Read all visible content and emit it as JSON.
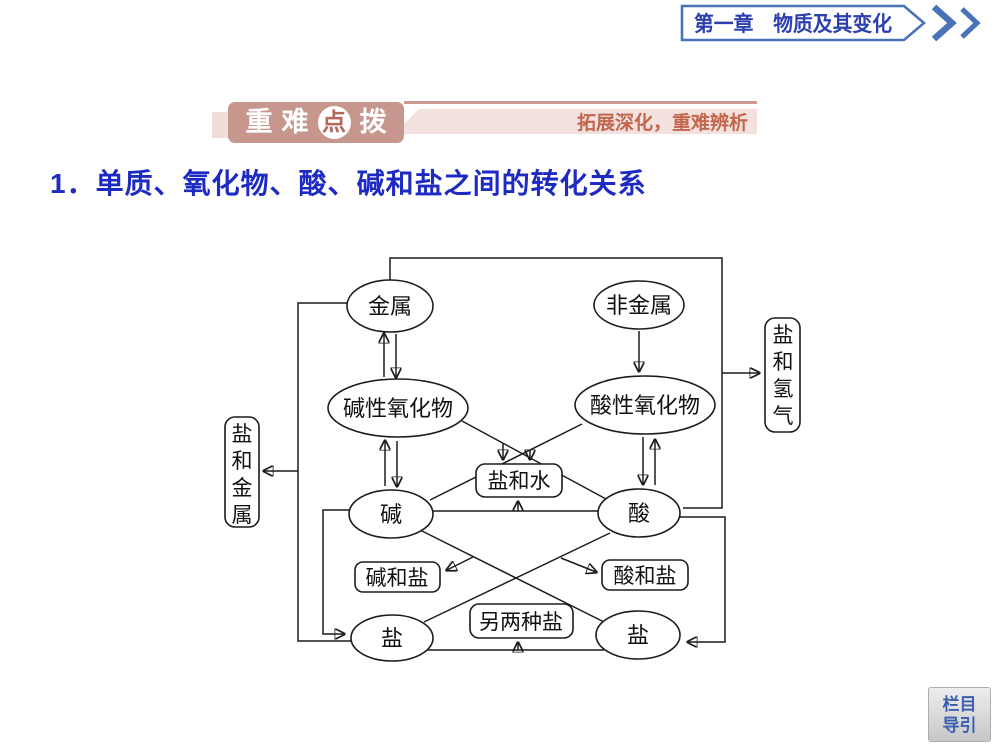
{
  "header": {
    "chapter": "第一章　物质及其变化"
  },
  "banner": {
    "zhong": "重",
    "nan": "难",
    "dian": "点",
    "bo": "拨",
    "tagline": "拓展深化，重难辨析"
  },
  "title": "1．单质、氧化物、酸、碱和盐之间的转化关系",
  "diagram": {
    "nodes": {
      "metal": "金属",
      "nonmetal": "非金属",
      "basic_oxide": "碱性氧化物",
      "acidic_oxide": "酸性氧化物",
      "base": "碱",
      "acid": "酸",
      "salt_left": "盐",
      "salt_right": "盐"
    },
    "products": {
      "salt_water": "盐和水",
      "base_salt": "碱和盐",
      "acid_salt": "酸和盐",
      "two_salts": "另两种盐",
      "salt_hydrogen": "盐和氢气",
      "salt_metal": "盐和金属"
    },
    "relations": [
      {
        "from": "金属",
        "to": "碱性氧化物",
        "arrow": "bidirectional"
      },
      {
        "from": "非金属",
        "to": "酸性氧化物",
        "arrow": "one-way"
      },
      {
        "from": "碱性氧化物",
        "to": "碱",
        "arrow": "bidirectional"
      },
      {
        "from": "酸性氧化物",
        "to": "酸",
        "arrow": "bidirectional"
      },
      {
        "from": "碱性氧化物 + 酸",
        "to": "盐和水",
        "arrow": "one-way"
      },
      {
        "from": "酸性氧化物 + 碱",
        "to": "盐和水",
        "arrow": "one-way"
      },
      {
        "from": "碱 + 酸",
        "to": "盐和水",
        "arrow": "one-way"
      },
      {
        "from": "金属 + 酸",
        "to": "盐和氢气",
        "arrow": "one-way"
      },
      {
        "from": "金属 + 盐",
        "to": "盐和金属",
        "arrow": "one-way"
      },
      {
        "from": "碱 + 盐",
        "to": "碱和盐",
        "arrow": "one-way"
      },
      {
        "from": "酸 + 盐",
        "to": "酸和盐",
        "arrow": "one-way"
      },
      {
        "from": "盐 + 盐",
        "to": "另两种盐",
        "arrow": "one-way"
      },
      {
        "from": "碱",
        "to": "盐",
        "arrow": "one-way"
      },
      {
        "from": "酸",
        "to": "盐",
        "arrow": "one-way"
      }
    ]
  },
  "nav_button": {
    "line1": "栏目",
    "line2": "导引"
  },
  "colors": {
    "header_blue": "#4a72b8",
    "header_text_blue": "#2b3fae",
    "title_blue": "#1e2bc2",
    "banner_rose": "#c7968d",
    "strip_pink": "#f2e1de",
    "tagline_red": "#c2674e",
    "diagram_line": "#1c1c1c",
    "nav_text_blue": "#3a5fae"
  }
}
